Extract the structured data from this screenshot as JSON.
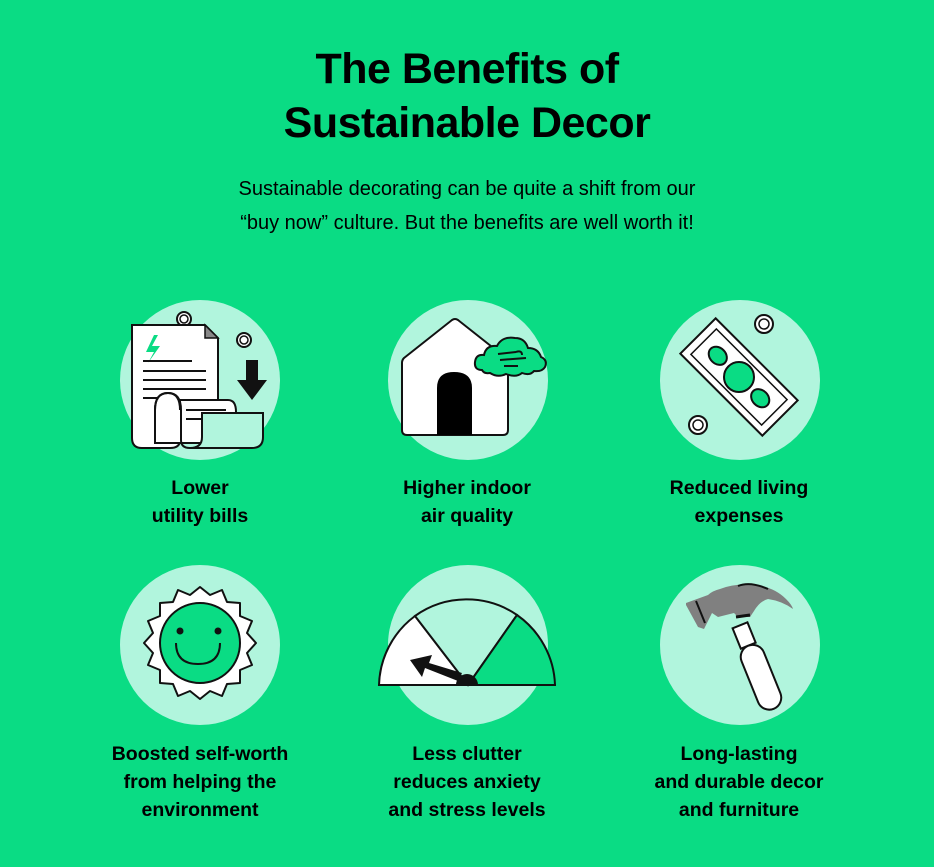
{
  "colors": {
    "background": "#0adc84",
    "circle": "#b1f5dd",
    "accent_green": "#0adc84",
    "text": "#000000"
  },
  "header": {
    "title_lines": [
      "The Benefits of",
      "Sustainable Decor"
    ],
    "subtitle_lines": [
      "Sustainable decorating can be quite a shift from our",
      "“buy now” culture. But the benefits are well worth it!"
    ]
  },
  "benefits": [
    {
      "icon": "utility-bill-icon",
      "label_lines": [
        "Lower",
        "utility bills"
      ]
    },
    {
      "icon": "house-air-icon",
      "label_lines": [
        "Higher indoor",
        "air quality"
      ]
    },
    {
      "icon": "money-bill-icon",
      "label_lines": [
        "Reduced living",
        "expenses"
      ]
    },
    {
      "icon": "smiling-sun-icon",
      "label_lines": [
        "Boosted self-worth",
        "from helping the",
        "environment"
      ]
    },
    {
      "icon": "gauge-meter-icon",
      "label_lines": [
        "Less clutter",
        "reduces anxiety",
        "and stress levels"
      ]
    },
    {
      "icon": "hammer-icon",
      "label_lines": [
        "Long-lasting",
        "and durable decor",
        "and furniture"
      ]
    }
  ]
}
